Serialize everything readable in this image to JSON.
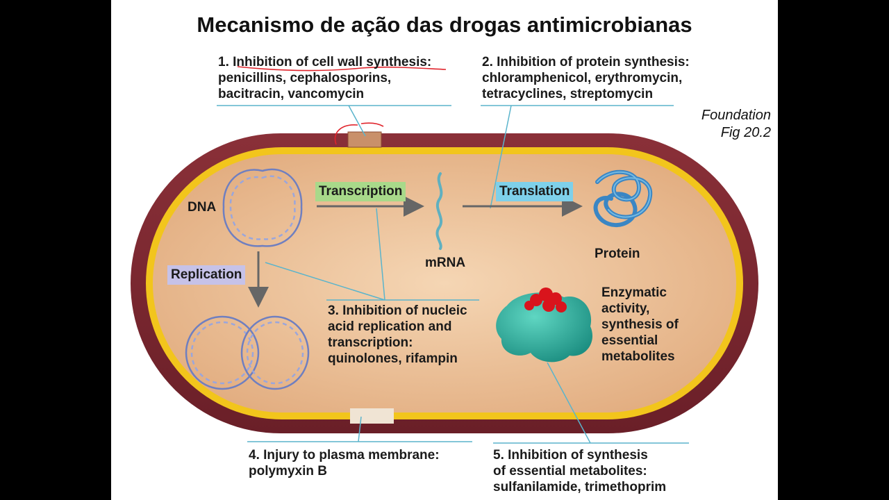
{
  "title": "Mecanismo de ação das drogas antimicrobianas",
  "reference": {
    "line1": "Foundation",
    "line2": "Fig  20.2"
  },
  "callouts": {
    "c1": {
      "number": "1.",
      "line1": "Inhibition of cell wall synthesis:",
      "line2": "penicillins, cephalosporins,",
      "line3": "bacitracin, vancomycin"
    },
    "c2": {
      "number": "2.",
      "line1": "Inhibition of protein synthesis:",
      "line2": "chloramphenicol, erythromycin,",
      "line3": "tetracyclines, streptomycin"
    },
    "c3": {
      "number": "3.",
      "line1": "Inhibition of nucleic",
      "line2": "acid replication and",
      "line3": "transcription:",
      "line4": "quinolones, rifampin"
    },
    "c4": {
      "number": "4.",
      "line1": "Injury to plasma membrane:",
      "line2": "polymyxin B"
    },
    "c5": {
      "number": "5.",
      "line1": "Inhibition of synthesis",
      "line2": "of essential metabolites:",
      "line3": "sulfanilamide, trimethoprim"
    }
  },
  "labels": {
    "dna": "DNA",
    "transcription": "Transcription",
    "mrna": "mRNA",
    "translation": "Translation",
    "protein": "Protein",
    "replication": "Replication",
    "enzyme_line1": "Enzymatic",
    "enzyme_line2": "activity,",
    "enzyme_line3": "synthesis of",
    "enzyme_line4": "essential",
    "enzyme_line5": "metabolites"
  },
  "colors": {
    "cell_wall": "#7a2630",
    "membrane": "#f2c51c",
    "cytoplasm": "#eabf96",
    "dna": "#6f7fc0",
    "mrna": "#5fb0c0",
    "protein": "#3a86c4",
    "enzyme": "#27a99a",
    "substrate": "#d9141c",
    "transcription_bg": "#a8d98a",
    "translation_bg": "#7ed0ea",
    "replication_bg": "#c6c2e8",
    "leader_line": "#5ab4cc",
    "arrow": "#666666",
    "annotation": "#e0242c"
  }
}
